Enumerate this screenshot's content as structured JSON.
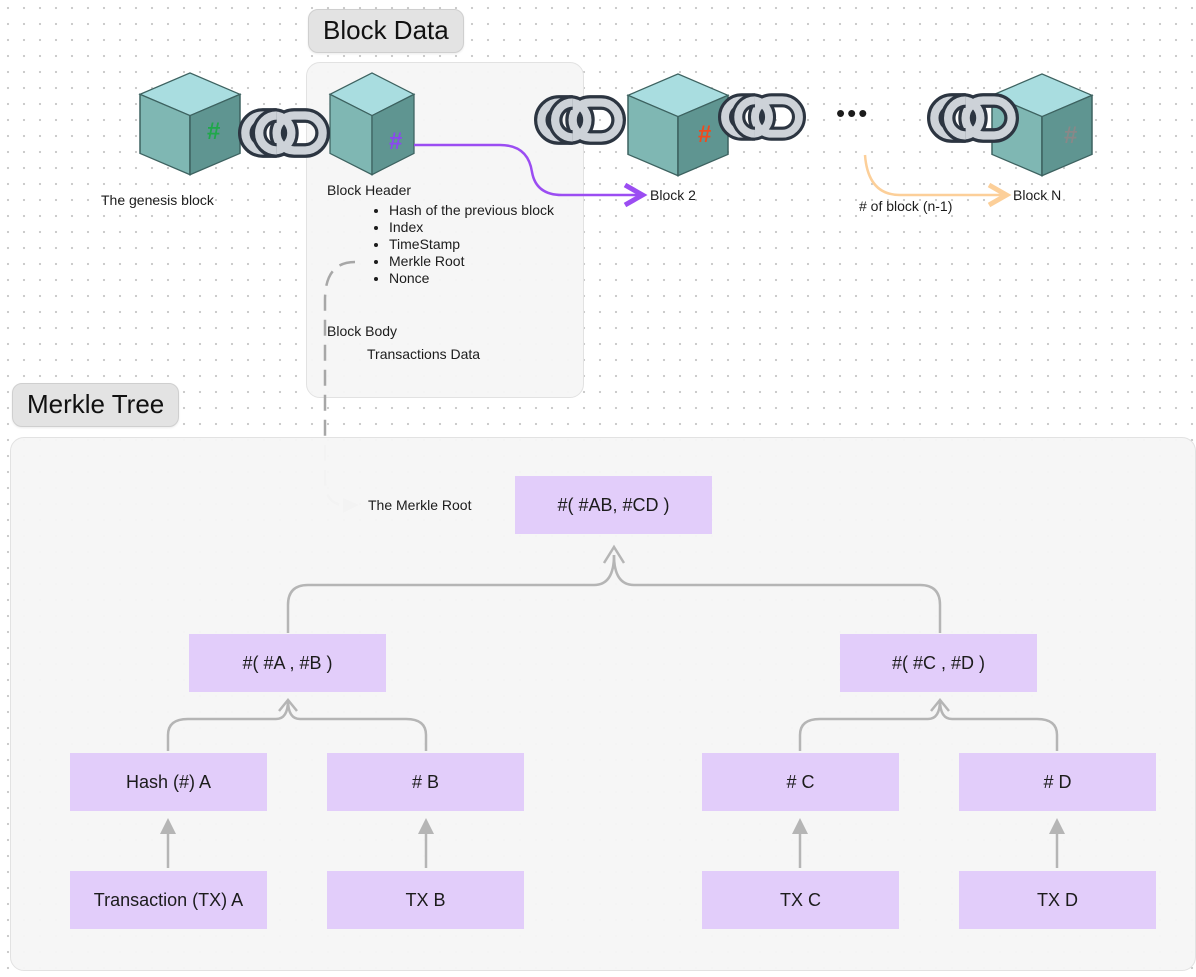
{
  "block_data": {
    "title": "Block Data",
    "header_label": "Block Header",
    "header_fields": [
      "Hash of the previous block",
      "Index",
      "TimeStamp",
      "Merkle Root",
      "Nonce"
    ],
    "body_label": "Block Body",
    "body_detail": "Transactions Data"
  },
  "chain": {
    "genesis_label": "The genesis block",
    "block2_label": "Block 2",
    "blockn_label": "Block N",
    "n_minus_1_label": "# of block (n-1)",
    "hash_symbol": "#",
    "ellipsis": "•••",
    "hash_colors": {
      "genesis": "#1fa84a",
      "current": "#8b47f0",
      "block2": "#f04a1c",
      "blockn": "#888888"
    }
  },
  "merkle": {
    "title": "Merkle Tree",
    "root_caption": "The Merkle Root",
    "root": "#(  #AB, #CD )",
    "level1": [
      "#( #A , #B )",
      "#( #C , #D )"
    ],
    "hashes": [
      "Hash (#) A",
      "# B",
      "# C",
      "# D"
    ],
    "transactions": [
      "Transaction (TX) A",
      "TX B",
      "TX C",
      "TX D"
    ]
  },
  "colors": {
    "node_fill": "#e2cdfa",
    "cube_top": "#a9dde0",
    "cube_front": "#7fb7b3",
    "cube_side": "#5f9591",
    "chain_link": "#cdd2d8",
    "arrow_purple": "#9b4df2",
    "arrow_peach": "#fccf99",
    "connector_gray": "#b5b5b5"
  }
}
